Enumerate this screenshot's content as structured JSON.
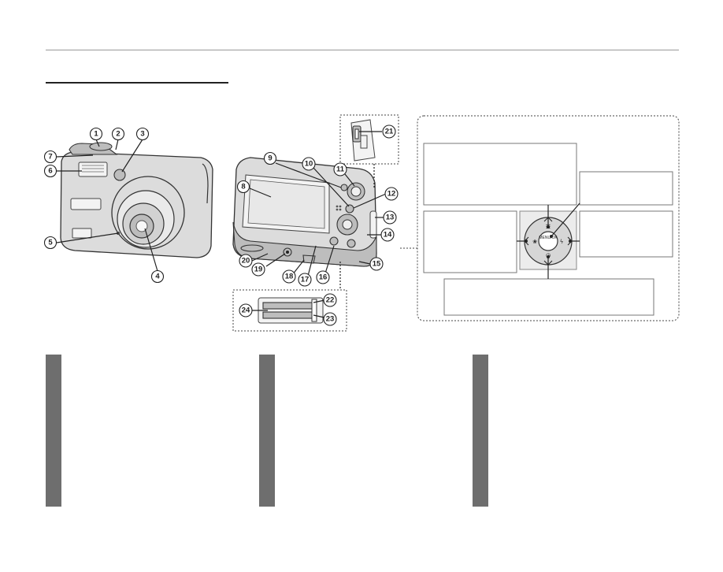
{
  "callouts": [
    "1",
    "2",
    "3",
    "4",
    "5",
    "6",
    "7",
    "8",
    "9",
    "10",
    "11",
    "12",
    "13",
    "14",
    "15",
    "16",
    "17",
    "18",
    "19",
    "20",
    "21",
    "22",
    "23",
    "24"
  ],
  "selector": {
    "center_label": "MENU/OK"
  },
  "colors": {
    "sidebar": "#6e6e6e",
    "rule": "#999999"
  }
}
